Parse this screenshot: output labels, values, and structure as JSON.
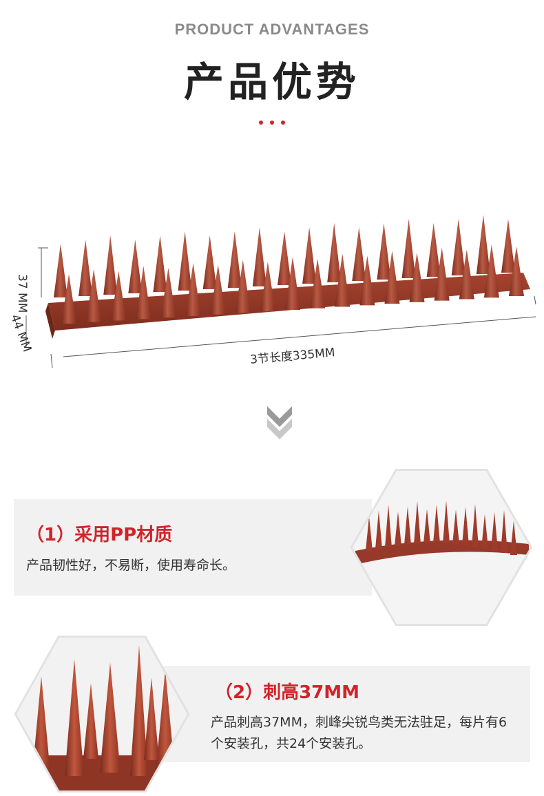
{
  "header": {
    "en_title": "PRODUCT  ADVANTAGES",
    "cn_title": "产品优势"
  },
  "accent_color": "#d2232a",
  "product_color": "#9e3b2a",
  "dimensions": {
    "height_label": "37 MM",
    "width_label": "44 MM",
    "length_label": "3节长度335MM"
  },
  "features": [
    {
      "title": "（1）采用PP材质",
      "desc": "产品韧性好，不易断，使用寿命长。"
    },
    {
      "title": "（2）刺高37MM",
      "desc": "产品刺高37MM，刺峰尖锐鸟类无法驻足，每片有6个安装孔，共24个安装孔。"
    }
  ]
}
